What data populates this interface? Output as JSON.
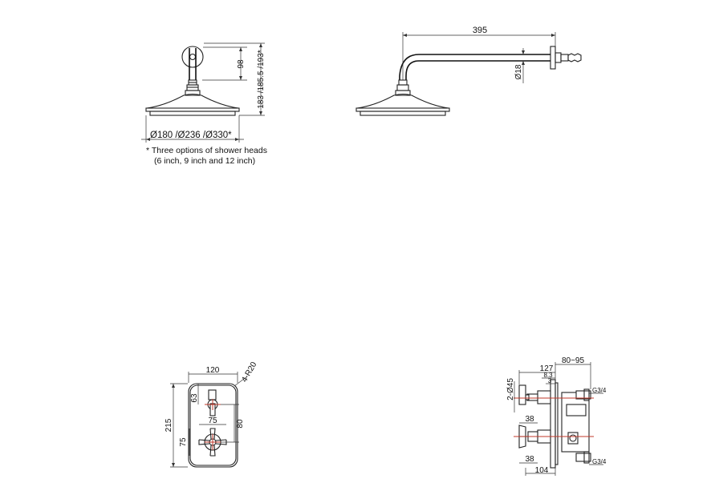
{
  "head_front": {
    "dim_arm_drop": "98",
    "dim_total_height": "183 /185.5 /193*",
    "dim_diameters": "Ø180 /Ø236 /Ø330*"
  },
  "note": {
    "line1": "* Three options of shower heads",
    "line2": "(6 inch, 9 inch and 12 inch)"
  },
  "head_side": {
    "dim_arm_length": "395",
    "dim_arm_diameter": "Ø18"
  },
  "valve_front": {
    "dim_width": "120",
    "dim_corner_radius": "4-R20",
    "dim_height": "215",
    "dim_top_handle": "63",
    "dim_handle_spacing": "80",
    "dim_cross_handle": "75",
    "dim_lower_offset": "75"
  },
  "valve_side": {
    "dim_overall_depth": "127",
    "dim_wall_depth": "80~95",
    "dim_plate_thickness": "8.3",
    "dim_plate_gap": "3",
    "dim_holes": "2-Ø45",
    "dim_upper_lever": "38",
    "dim_lower_lever": "38",
    "dim_body_depth": "104",
    "thread_top": "G3/4",
    "thread_bottom": "G3/4"
  }
}
